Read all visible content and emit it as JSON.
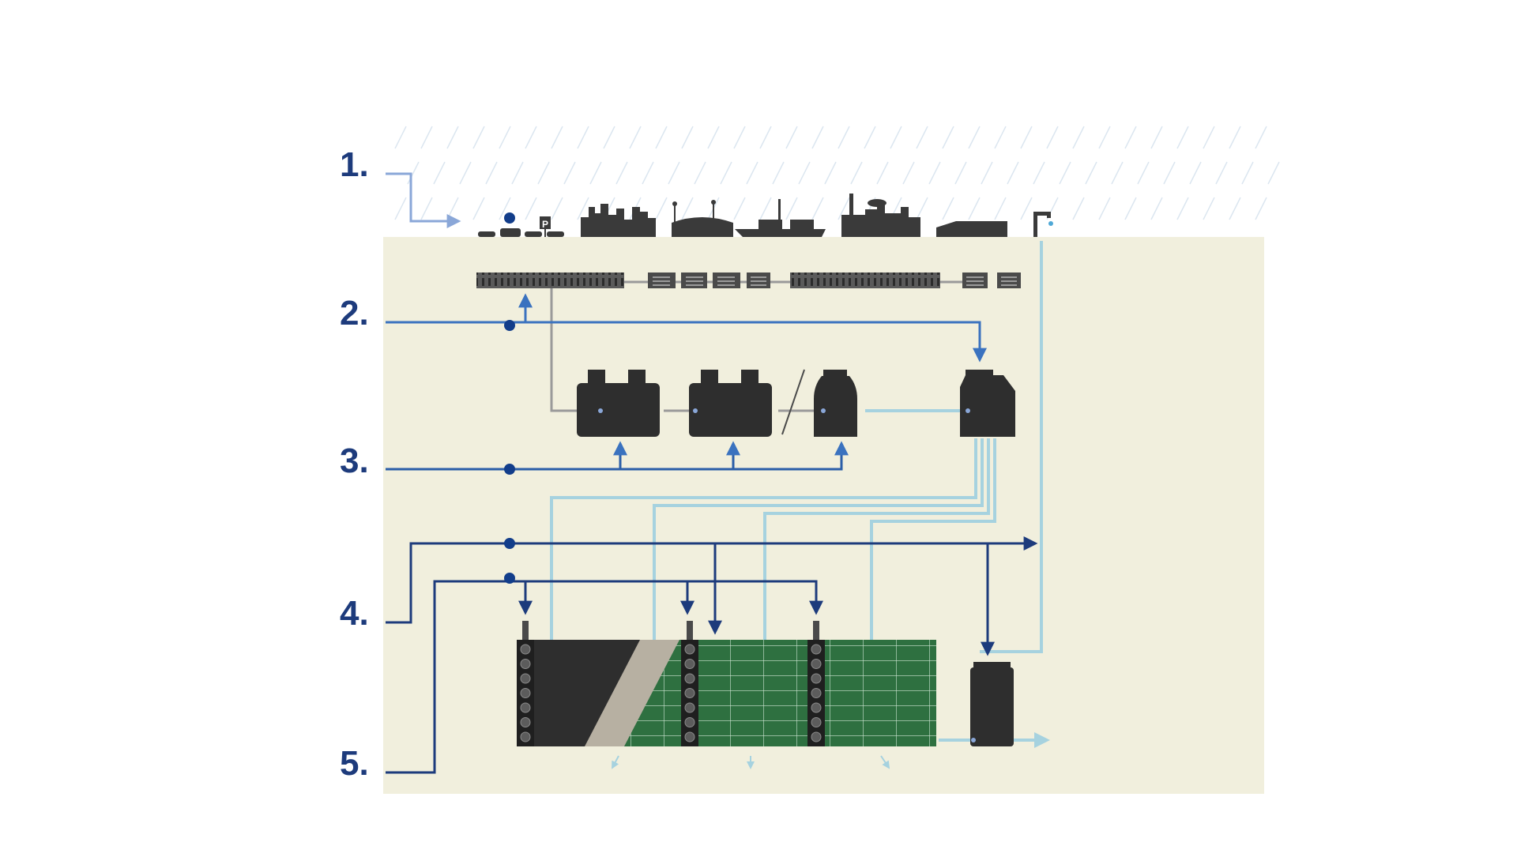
{
  "steps": [
    {
      "id": 1,
      "label": "1."
    },
    {
      "id": 2,
      "label": "2."
    },
    {
      "id": 3,
      "label": "3."
    },
    {
      "id": 4,
      "label": "4."
    },
    {
      "id": 5,
      "label": "5."
    }
  ],
  "colors": {
    "background": "#ffffff",
    "ground": "#f1efdd",
    "rain_area": "#ffffff",
    "rain_streak": "#dbe6f0",
    "label_navy": "#1d3b7c",
    "arrow_light_blue": "#8aa7d8",
    "arrow_mid_blue": "#3a72bf",
    "arrow_dark_blue": "#1d3b7c",
    "water_pipe": "#a6d2df",
    "gray_pipe": "#9a9a9a",
    "tank_black": "#2e2e2e",
    "module_green": "#2e7040",
    "geotextile": "#b7b0a2",
    "dot_navy": "#123d8a"
  },
  "icons": [
    "cars-parking-icon",
    "city-skyline-icon",
    "stadium-icon",
    "ship-port-icon",
    "industry-plant-icon",
    "farm-building-icon",
    "water-tap-icon",
    "channel-drain-icon",
    "separator-tank-icon",
    "shaft-tank-icon",
    "infiltration-module-icon",
    "inspection-shaft-icon"
  ]
}
